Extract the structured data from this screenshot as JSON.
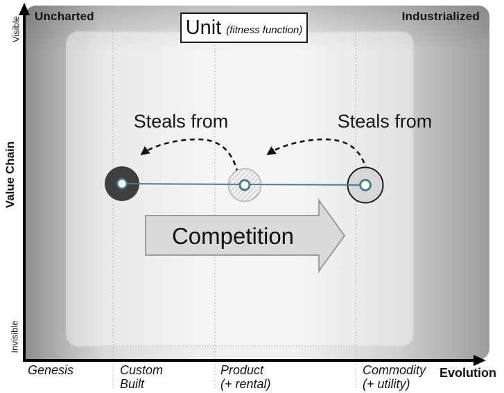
{
  "top": {
    "left_label": "Uncharted",
    "right_label": "Industrialized"
  },
  "unit_box": {
    "title": "Unit",
    "subtitle": "(fitness function)"
  },
  "annotations": {
    "steals_from_left": "Steals from",
    "steals_from_right": "Steals from",
    "competition": "Competition"
  },
  "y_axis": {
    "title": "Value Chain",
    "top_label": "Visible",
    "bottom_label": "Invisible"
  },
  "x_axis": {
    "title": "Evolution",
    "stages": [
      {
        "line1": "Genesis",
        "line2": ""
      },
      {
        "line1": "Custom",
        "line2": "Built"
      },
      {
        "line1": "Product",
        "line2": "(+ rental)"
      },
      {
        "line1": "Commodity",
        "line2": "(+ utility)"
      }
    ]
  },
  "nodes": [
    {
      "id": "custom-built-node",
      "style": "solid-dark",
      "stage": "Custom Built"
    },
    {
      "id": "product-node",
      "style": "hatched",
      "stage": "Product (+ rental)"
    },
    {
      "id": "commodity-node",
      "style": "outlined-light",
      "stage": "Commodity (+ utility)"
    }
  ],
  "colors": {
    "link_line": "#4a7b8c",
    "node_dark": "#3e3e3e",
    "node_light_fill": "#d7d7d7",
    "node_hatch_line": "#c0c0c0",
    "arrow_fill": "#dadada",
    "arrow_border": "#9c9c9c",
    "stage_divider": "#b8b8b8",
    "axis": "#000000"
  }
}
